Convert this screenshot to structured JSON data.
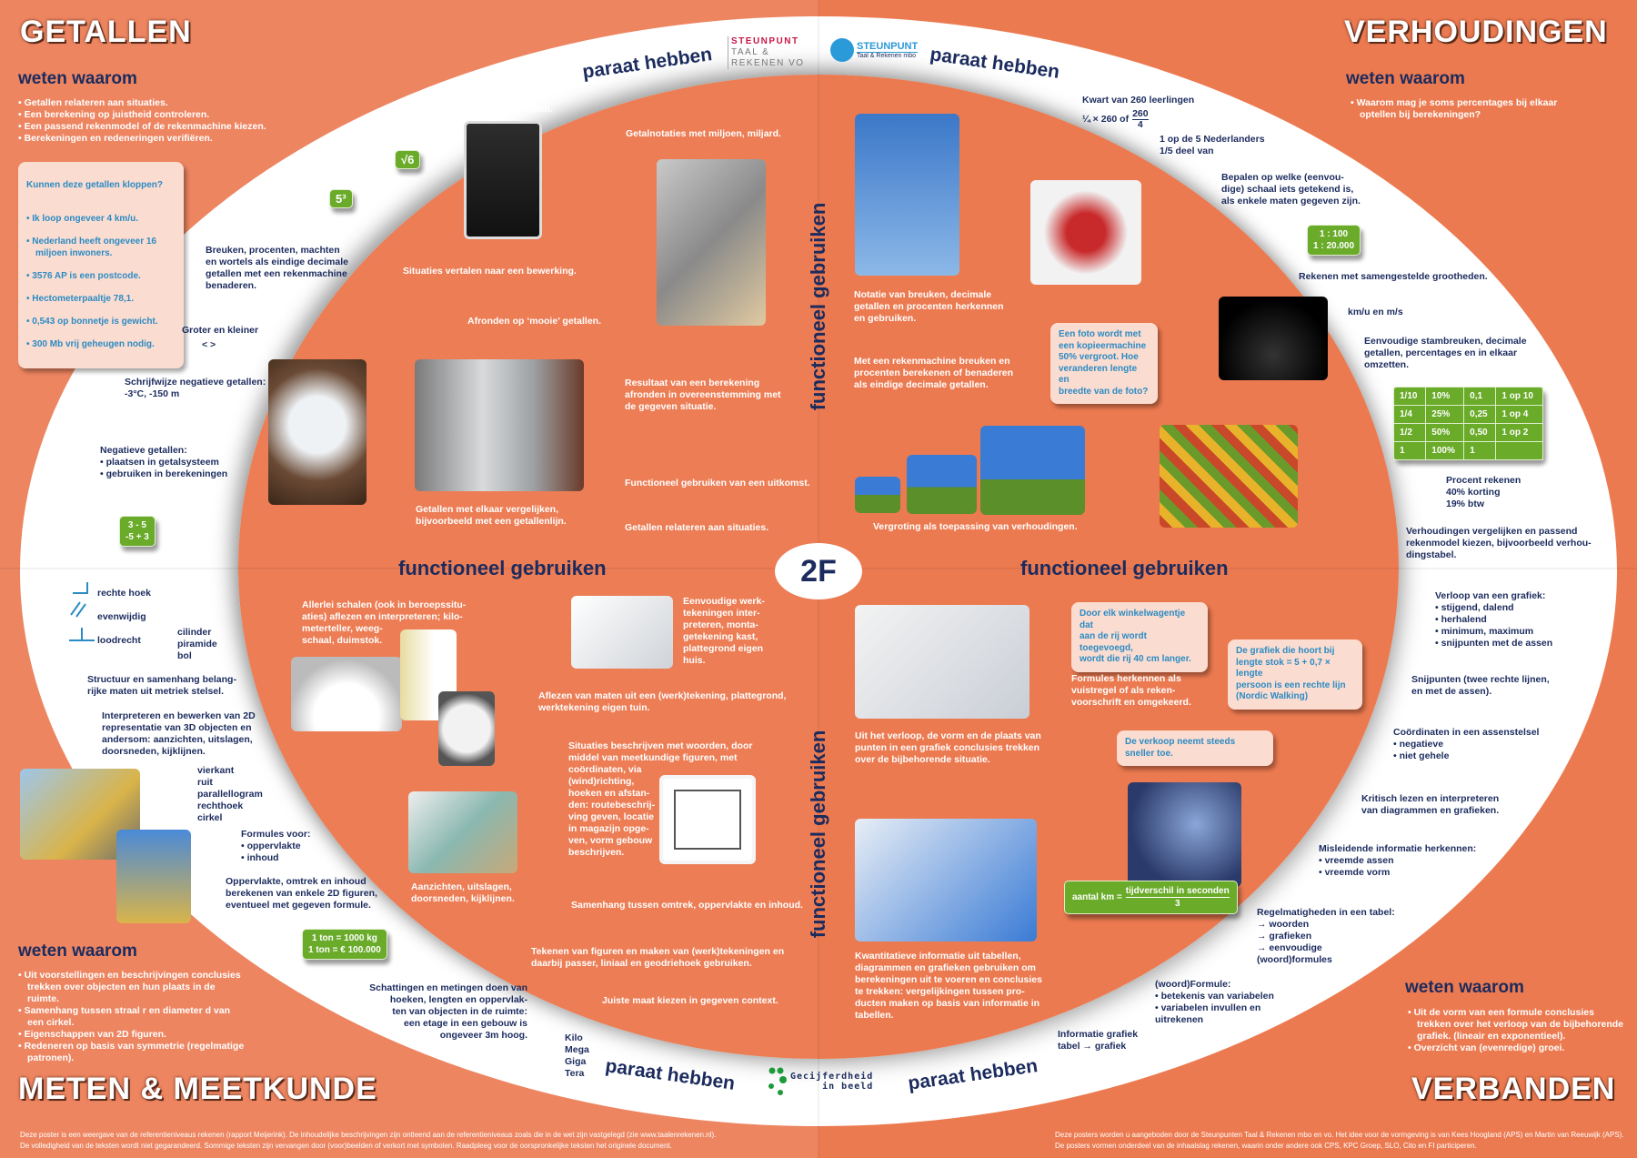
{
  "getallen": {
    "title": "GETALLEN",
    "weten_waarom": "weten waarom",
    "bullets": [
      "Getallen relateren aan situaties.",
      "Een berekening op juistheid controleren.",
      "Een passend rekenmodel of de rekenmachine kiezen.",
      "Berekeningen en redeneringen verifiëren."
    ],
    "question": {
      "title": "Kunnen deze getallen kloppen?",
      "items": [
        "Ik loop ongeveer 4 km/u.",
        "Nederland heeft ongeveer 16 miljoen inwoners.",
        "3576 AP is een postcode.",
        "Hectometerpaaltje 78,1.",
        "0,543 op bonnetje is gewicht.",
        "300 Mb vrij geheugen nodig."
      ]
    },
    "badges": [
      "√6",
      "5³",
      "3 - 5\n-5 + 3"
    ],
    "items": [
      "Breuken, procenten, machten\nen wortels als eindige decimale\ngetallen met een rekenmachine\nbenaderen.",
      "Groter en kleiner",
      "<    >",
      "Schrijfwijze negatieve getallen:\n-3°C, -150 m",
      "Negatieve getallen:\n• plaatsen in getalsysteem\n• gebruiken in berekeningen",
      "Haakjes gebruiken.",
      "Getalnotaties met miljoen, miljard.",
      "Situaties vertalen naar een bewerking.",
      "Afronden op ‘mooie’ getallen.",
      "Resultaat van een berekening\nafronden in overeenstemming met\nde gegeven situatie.",
      "Functioneel gebruiken van een uitkomst.",
      "Getallen met elkaar vergelijken,\nbijvoorbeeld met een getallenlijn.",
      "Getallen relateren aan situaties."
    ]
  },
  "verhoudingen": {
    "title": "VERHOUDINGEN",
    "weten_waarom": "weten waarom",
    "bullets": [
      "Waarom mag je soms percentages bij elkaar optellen bij berekeningen?"
    ],
    "question": "Een foto wordt met\neen kopieermachine\n50% vergroot. Hoe\nveranderen lengte en\nbreedte van de foto?",
    "badge": "1 : 100\n1 :  20.000",
    "fraction": {
      "pre": "¼ × 260  of",
      "num": "260",
      "den": "4"
    },
    "items": [
      "Kwart van 260 leerlingen",
      "1 op de 5 Nederlanders\n1/5 deel van",
      "Bepalen op welke (eenvou-\ndige) schaal iets getekend is,\nals enkele maten gegeven zijn.",
      "Rekenen met samengestelde grootheden.",
      "km/u en m/s",
      "Eenvoudige stambreuken, decimale\ngetallen, percentages en in elkaar\nomzetten.",
      "Procent rekenen\n40% korting\n19% btw",
      "Verhoudingen vergelijken en passend\nrekenmodel kiezen, bijvoorbeeld verhou-\ndingstabel.",
      "Notatie van breuken, decimale\ngetallen en procenten herkennen\nen gebruiken.",
      "Met een rekenmachine breuken en\nprocenten berekenen of benaderen\nals eindige decimale getallen.",
      "Vergroting als toepassing van verhoudingen."
    ],
    "table": [
      [
        "1/10",
        "10%",
        "0,1",
        "1 op 10"
      ],
      [
        "1/4",
        "25%",
        "0,25",
        "1 op 4"
      ],
      [
        "1/2",
        "50%",
        "0,50",
        "1 op 2"
      ],
      [
        "1",
        "100%",
        "1",
        ""
      ]
    ]
  },
  "verbanden": {
    "title": "VERBANDEN",
    "weten_waarom": "weten waarom",
    "bullets": [
      "Uit de vorm van een formule conclusies trekken over het verloop van de bijbehorende grafiek. (lineair en exponentieel).",
      "Overzicht van (evenredige) groei."
    ],
    "boxes": [
      "Door elk winkelwagentje dat\naan de rij wordt toegevoegd,\nwordt die rij 40 cm langer.",
      "De grafiek die hoort bij\nlengte stok = 5 + 0,7 × lengte\npersoon is een rechte lijn\n(Nordic Walking)",
      "De verkoop neemt steeds sneller toe."
    ],
    "formula": {
      "lhs": "aantal km =",
      "num": "tijdverschil in seconden",
      "den": "3"
    },
    "items": [
      "Uit het verloop, de vorm en de plaats van\npunten in een grafiek conclusies trekken\nover de bijbehorende situatie.",
      "Kwantitatieve informatie uit tabellen,\ndiagrammen en grafieken gebruiken om\nberekeningen uit te voeren en conclusies\nte trekken: vergelijkingen tussen pro-\nducten maken op basis van informatie in\ntabellen.",
      "Formules herkennen als\nvuistregel of als reken-\nvoorschrift en omgekeerd.",
      "Verloop van een grafiek:\n• stijgend, dalend\n• herhalend\n• minimum, maximum\n• snijpunten met de assen",
      "Snijpunten (twee rechte lijnen,\nen met de assen).",
      "Coördinaten in een assenstelsel\n• negatieve\n• niet gehele",
      "Kritisch lezen en interpreteren\nvan diagrammen en grafieken.",
      "Misleidende informatie herkennen:\n• vreemde assen\n• vreemde vorm",
      "Regelmatigheden in een tabel:\n→ woorden\n→ grafieken\n→ eenvoudige\n    (woord)formules",
      "(woord)Formule:\n• betekenis van variabelen\n• variabelen invullen en\n   uitrekenen",
      "Informatie grafiek\ntabel → grafiek"
    ]
  },
  "meten": {
    "title": "METEN & MEETKUNDE",
    "weten_waarom": "weten waarom",
    "bullets": [
      "Uit voorstellingen en beschrijvingen conclusies trekken over objecten en hun plaats in de ruimte.",
      "Samenhang tussen straal r en diameter d van een cirkel.",
      "Eigenschappen van 2D figuren.",
      "Redeneren op basis van symmetrie (regelmatige patronen)."
    ],
    "badge": "1 ton = 1000 kg\n1 ton = € 100.000",
    "symbols": [
      "rechte hoek",
      "evenwijdig",
      "loodrecht"
    ],
    "items": [
      "cilinder\npiramide\nbol",
      "Structuur en samenhang belang-\nrijke maten uit metriek stelsel.",
      "Interpreteren en bewerken van 2D\nrepresentatie van 3D objecten en\nandersom: aanzichten, uitslagen,\ndoorsneden, kijklijnen.",
      "vierkant\nruit\nparallellogram\nrechthoek\ncirkel",
      "Formules voor:\n• oppervlakte\n• inhoud",
      "Oppervlakte, omtrek en inhoud\nberekenen van enkele 2D figuren,\neventueel met gegeven formule.",
      "Schattingen en metingen doen van\nhoeken, lengten en oppervlak-\nten van objecten in de ruimte:\neen  etage in een gebouw is\nongeveer 3m hoog.",
      "Kilo\nMega\nGiga\nTera",
      "Allerlei schalen (ook in beroepssitu-\naties) aflezen en interpreteren; kilo-\nmeterteller, weeg-\nschaal, duimstok.",
      "Eenvoudige werk-\ntekeningen inter-\npreteren, monta-\ngetekening kast,\nplattegrond eigen\nhuis.",
      "Aflezen van maten uit een (werk)tekening, plattegrond,\nwerktekening eigen tuin.",
      "Situaties beschrijven met woorden, door\nmiddel van meetkundige figuren, met\ncoördinaten, via\n(wind)richting,\nhoeken en afstan-\nden: routebeschrij-\nving geven, locatie\nin magazijn opge-\nven, vorm gebouw\nbeschrijven.",
      "Aanzichten, uitslagen,\ndoorsneden, kijklijnen.",
      "Samenhang tussen omtrek, oppervlakte en inhoud.",
      "Tekenen van figuren en maken van (werk)tekeningen en\ndaarbij passer, liniaal en geodriehoek gebruiken.",
      "Juiste maat kiezen in gegeven context."
    ]
  },
  "center": {
    "level": "2F",
    "functioneel": "functioneel gebruiken",
    "paraat": "paraat hebben"
  },
  "logos": {
    "vo": {
      "line1": "STEUNPUNT",
      "line2": "TAAL &",
      "line3": "REKENEN VO"
    },
    "mbo": {
      "line1": "STEUNPUNT",
      "line2": "Taal & Rekenen mbo"
    },
    "gecijferdheid": {
      "line1": "Gecijferdheid",
      "line2": "in beeld"
    }
  },
  "footer": {
    "left": "Deze poster is een weergave van de referentieniveaus rekenen (rapport Meijerink). De inhoudelijke beschrijvingen zijn ontleend aan de referentieniveaus zoals die in de wet zijn vastgelegd (zie www.taalenrekenen.nl).\nDe volledigheid van de teksten wordt niet gegarandeerd. Sommige teksten zijn vervangen door (voor)beelden of verkort met symbolen. Raadpleeg voor de oorspronkelijke teksten het originele document.",
    "right": "Deze posters worden u aangeboden door de Steunpunten Taal & Rekenen mbo en vo. Het idee voor de vormgeving is van Kees Hoogland (APS) en Martin van Reeuwijk (APS).\nDe posters vormen onderdeel van de inhaalslag rekenen, waarin onder andere ook CPS, KPC Groep, SLO, Cito en FI participeren."
  },
  "colors": {
    "orange": "#ec7a50",
    "navy": "#1b2b5e",
    "green": "#6aab2a",
    "box": "#fbdcd0",
    "boxtext": "#2b8bc4"
  }
}
